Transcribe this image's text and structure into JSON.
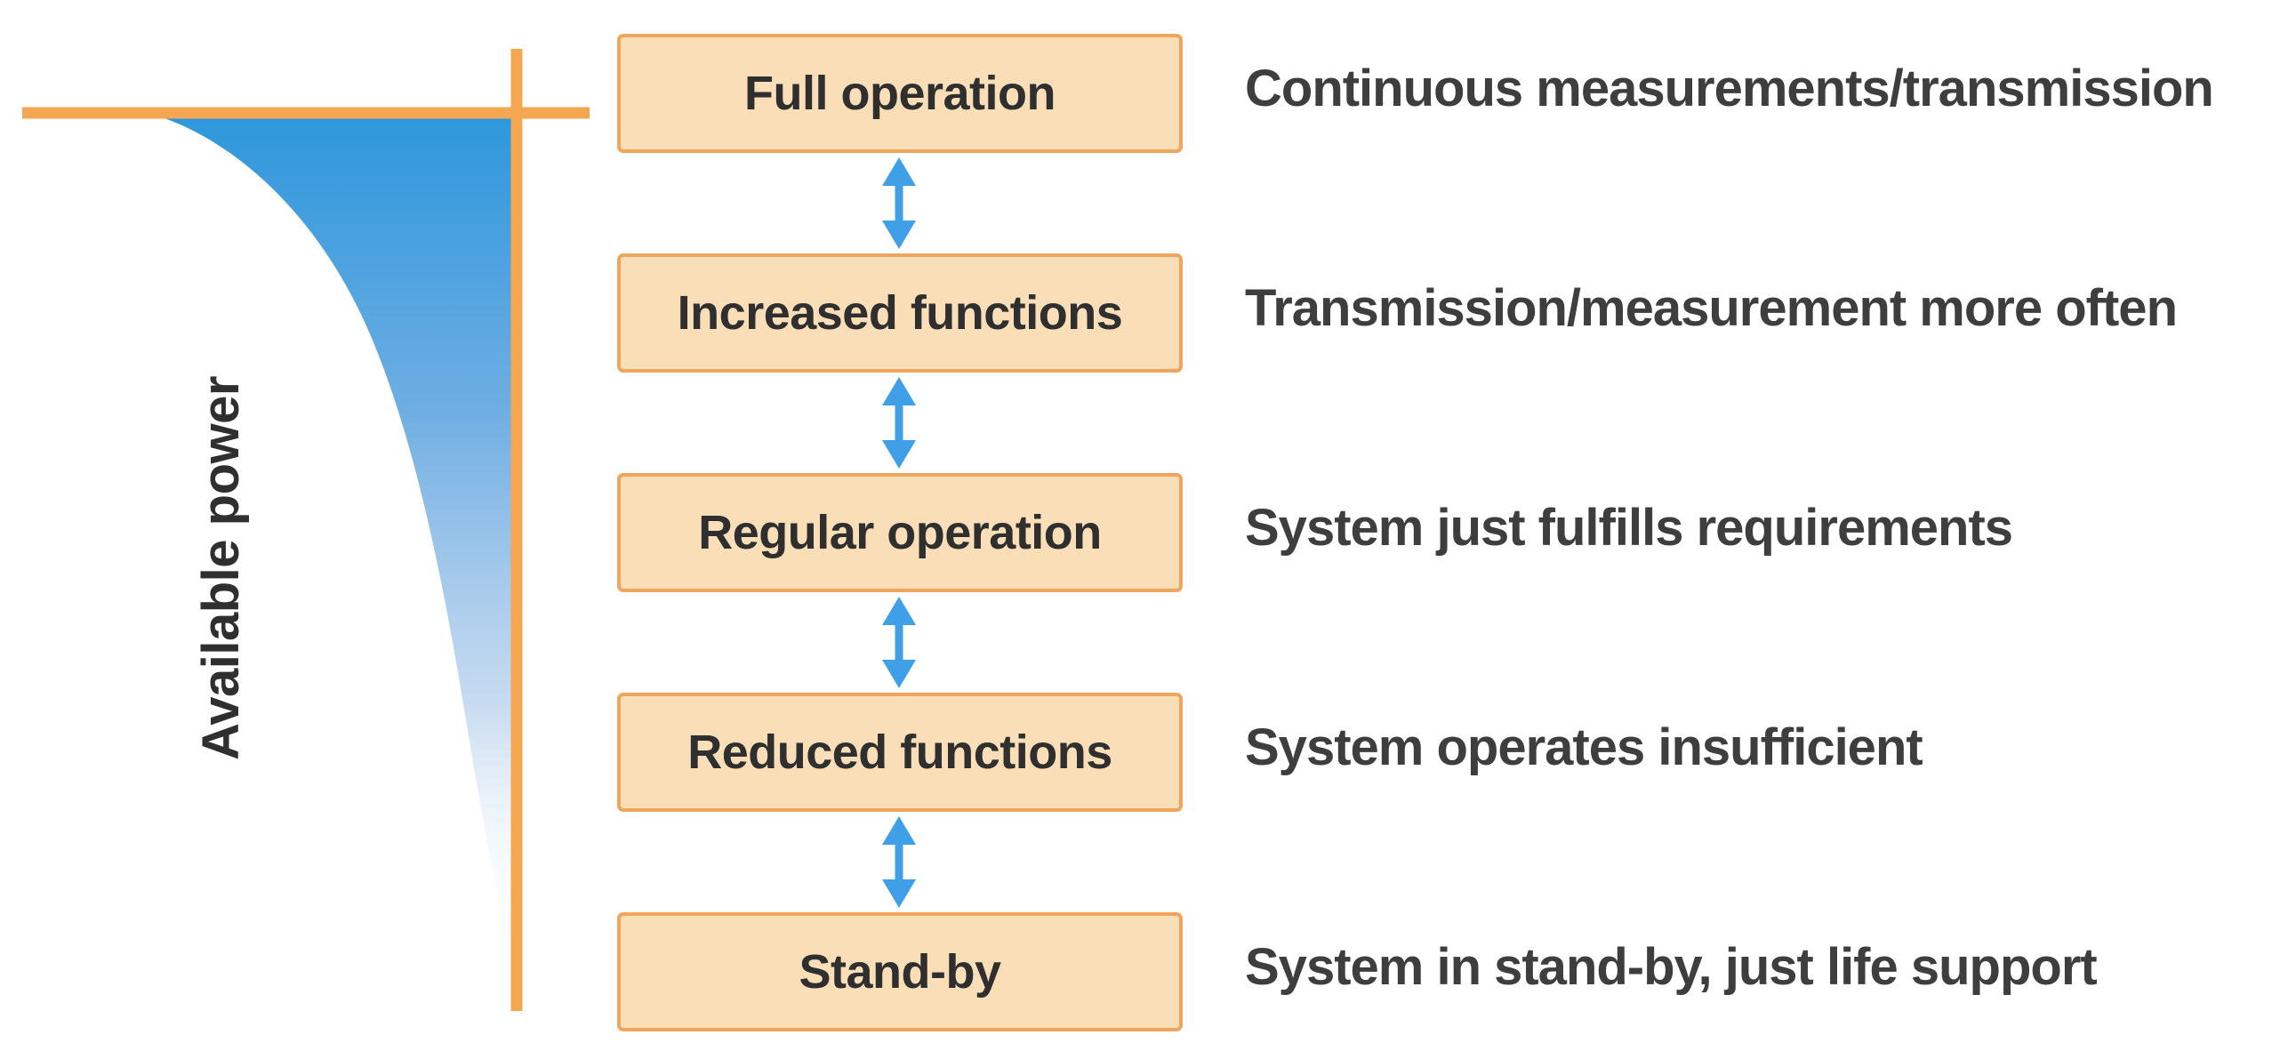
{
  "figure": {
    "axis_label": "Available power"
  },
  "colors": {
    "axis_orange": "#F5A651",
    "box_fill": "#FADEB8",
    "box_border": "#F0A55C",
    "arrow_blue": "#3FA0E8",
    "gradient_top": "#2E97DC",
    "gradient_mid": "#6FAEE3",
    "gradient_low": "#BED5EE",
    "label_text": "#2F2F2F",
    "description_text": "#3E3E3E"
  },
  "levels": [
    {
      "label": "Full operation",
      "description": "Continuous measurements/transmission"
    },
    {
      "label": "Increased functions",
      "description": "Transmission/measurement more often"
    },
    {
      "label": "Regular operation",
      "description": "System just fulfills requirements"
    },
    {
      "label": "Reduced functions",
      "description": "System operates insufficient"
    },
    {
      "label": "Stand-by",
      "description": "System in stand-by, just life support"
    }
  ]
}
